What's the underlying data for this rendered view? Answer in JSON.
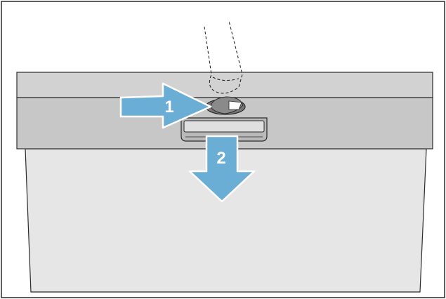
{
  "diagram": {
    "steps": [
      {
        "label": "1",
        "meaning": "push-handle"
      },
      {
        "label": "2",
        "meaning": "pull-down"
      }
    ],
    "colors": {
      "arrow": "#6aaed6",
      "arrow_stroke": "#ffffff",
      "label": "#ffffff",
      "outline": "#2b2b2b",
      "top_strip": "#d2d2d2",
      "front_panel": "#c7c7c7",
      "door_body": "#e6e6e6",
      "handle": "#e0e0e0",
      "background": "#ffffff"
    }
  }
}
